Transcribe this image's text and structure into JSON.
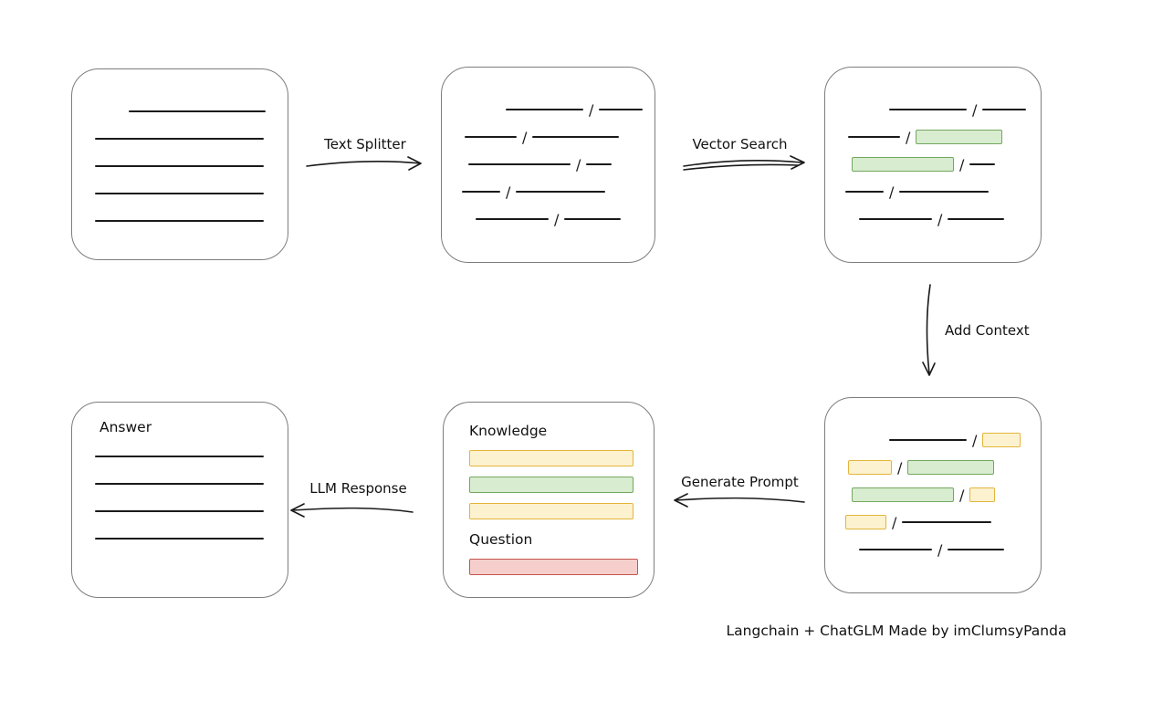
{
  "caption": "Langchain + ChatGLM Made by imClumsyPanda",
  "separator": "/",
  "arrow_labels": {
    "text_splitter": "Text Splitter",
    "vector_search": "Vector Search",
    "add_context": "Add Context",
    "generate_prompt": "Generate Prompt",
    "llm_response": "LLM Response"
  },
  "prompt_box": {
    "knowledge_label": "Knowledge",
    "question_label": "Question",
    "knowledge_rows": [
      {
        "indent": 0,
        "segments": [
          {
            "type": "yellow",
            "w": 180,
            "h": 18
          }
        ]
      },
      {
        "indent": 0,
        "segments": [
          {
            "type": "green",
            "w": 180,
            "h": 18
          }
        ]
      },
      {
        "indent": 0,
        "segments": [
          {
            "type": "yellow",
            "w": 180,
            "h": 18
          }
        ]
      }
    ],
    "question_rows": [
      {
        "indent": 0,
        "segments": [
          {
            "type": "red",
            "w": 185,
            "h": 18
          }
        ]
      }
    ]
  },
  "answer_box": {
    "label": "Answer",
    "rows": [
      {
        "indent": 25,
        "segments": [
          {
            "type": "line",
            "w": 185
          }
        ]
      },
      {
        "indent": 25,
        "segments": [
          {
            "type": "line",
            "w": 185
          }
        ]
      },
      {
        "indent": 25,
        "segments": [
          {
            "type": "line",
            "w": 185
          }
        ]
      },
      {
        "indent": 25,
        "segments": [
          {
            "type": "line",
            "w": 185
          }
        ]
      }
    ]
  },
  "document_box": {
    "rows": [
      {
        "indent": 62,
        "segments": [
          {
            "type": "line",
            "w": 150
          }
        ]
      },
      {
        "indent": 25,
        "segments": [
          {
            "type": "line",
            "w": 185
          }
        ]
      },
      {
        "indent": 25,
        "segments": [
          {
            "type": "line",
            "w": 185
          }
        ]
      },
      {
        "indent": 25,
        "segments": [
          {
            "type": "line",
            "w": 185
          }
        ]
      },
      {
        "indent": 25,
        "segments": [
          {
            "type": "line",
            "w": 185
          }
        ]
      }
    ]
  },
  "split_box": {
    "rows": [
      {
        "indent": 70,
        "segments": [
          {
            "type": "line",
            "w": 85
          },
          {
            "type": "line",
            "w": 48
          }
        ]
      },
      {
        "indent": 25,
        "segments": [
          {
            "type": "line",
            "w": 57
          },
          {
            "type": "line",
            "w": 95
          }
        ]
      },
      {
        "indent": 29,
        "segments": [
          {
            "type": "line",
            "w": 112
          },
          {
            "type": "line",
            "w": 28
          }
        ]
      },
      {
        "indent": 22,
        "segments": [
          {
            "type": "line",
            "w": 42
          },
          {
            "type": "line",
            "w": 98
          }
        ]
      },
      {
        "indent": 37,
        "segments": [
          {
            "type": "line",
            "w": 80
          },
          {
            "type": "line",
            "w": 62
          }
        ]
      }
    ]
  },
  "vector_result_box": {
    "rows": [
      {
        "indent": 70,
        "segments": [
          {
            "type": "line",
            "w": 85
          },
          {
            "type": "line",
            "w": 48
          }
        ]
      },
      {
        "indent": 25,
        "segments": [
          {
            "type": "line",
            "w": 57
          },
          {
            "type": "green",
            "w": 95
          }
        ]
      },
      {
        "indent": 29,
        "segments": [
          {
            "type": "green",
            "w": 112
          },
          {
            "type": "line",
            "w": 28
          }
        ]
      },
      {
        "indent": 22,
        "segments": [
          {
            "type": "line",
            "w": 42
          },
          {
            "type": "line",
            "w": 98
          }
        ]
      },
      {
        "indent": 37,
        "segments": [
          {
            "type": "line",
            "w": 80
          },
          {
            "type": "line",
            "w": 62
          }
        ]
      }
    ]
  },
  "context_box": {
    "rows": [
      {
        "indent": 70,
        "segments": [
          {
            "type": "line",
            "w": 85
          },
          {
            "type": "yellow",
            "w": 42
          }
        ]
      },
      {
        "indent": 25,
        "segments": [
          {
            "type": "yellow",
            "w": 48
          },
          {
            "type": "green",
            "w": 95
          }
        ]
      },
      {
        "indent": 29,
        "segments": [
          {
            "type": "green",
            "w": 112
          },
          {
            "type": "yellow",
            "w": 28
          }
        ]
      },
      {
        "indent": 22,
        "segments": [
          {
            "type": "yellow",
            "w": 45
          },
          {
            "type": "line",
            "w": 98
          }
        ]
      },
      {
        "indent": 37,
        "segments": [
          {
            "type": "line",
            "w": 80
          },
          {
            "type": "line",
            "w": 62
          }
        ]
      }
    ]
  },
  "colors": {
    "green_fill": "#d8ecd0",
    "green_border": "#72a85e",
    "yellow_fill": "#fdf2cf",
    "yellow_border": "#e3b53c",
    "red_fill": "#f6cfcd",
    "red_border": "#c3564e",
    "line": "#1a1a1a",
    "box_border": "#7d7d7d"
  }
}
